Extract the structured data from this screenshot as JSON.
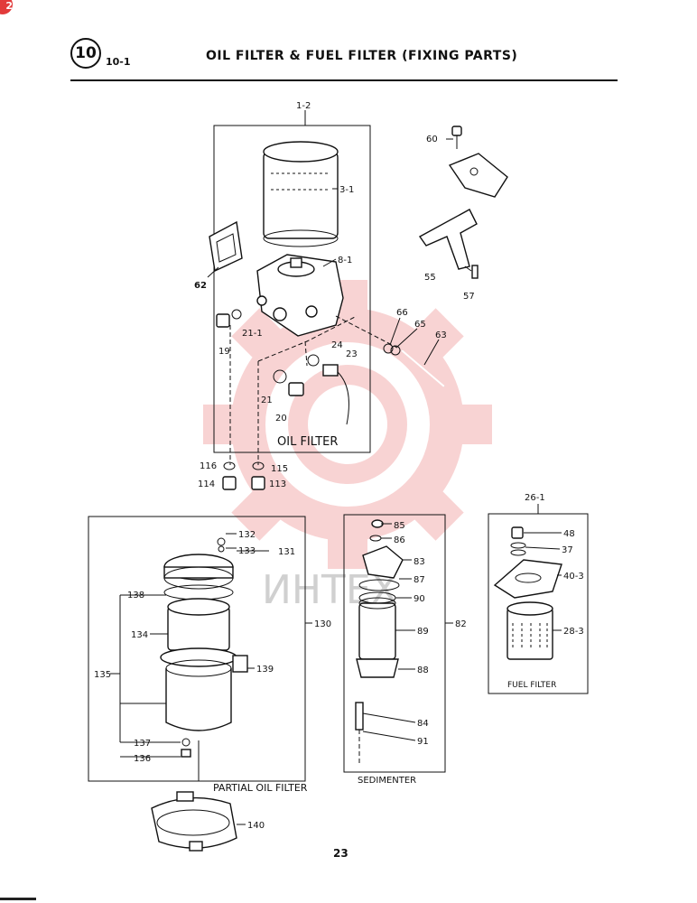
{
  "header": {
    "section_number": "10",
    "section_sub": "10-1",
    "title": "OIL FILTER & FUEL FILTER (FIXING PARTS)"
  },
  "page_number": "23",
  "corner_mark": "2",
  "watermark": {
    "text": "ИНТЕХ",
    "color": "#e23b3b"
  },
  "groups": {
    "oil_filter": "OIL FILTER",
    "partial_oil_filter": "PARTIAL OIL FILTER",
    "sedimenter": "SEDIMENTER",
    "fuel_filter": "FUEL FILTER"
  },
  "labels": {
    "l1_2": "1-2",
    "l3_1": "3-1",
    "l8_1": "8-1",
    "l62": "62",
    "l19": "19",
    "l21_1": "21-1",
    "l24": "24",
    "l23": "23",
    "l21": "21",
    "l20": "20",
    "l60": "60",
    "l55": "55",
    "l57": "57",
    "l66": "66",
    "l65": "65",
    "l63": "63",
    "l116": "116",
    "l115": "115",
    "l114": "114",
    "l113": "113",
    "l132": "132",
    "l133": "133",
    "l131": "131",
    "l138": "138",
    "l134": "134",
    "l130": "130",
    "l135": "135",
    "l139": "139",
    "l137": "137",
    "l136": "136",
    "l140": "140",
    "l85": "85",
    "l86": "86",
    "l83": "83",
    "l87": "87",
    "l90": "90",
    "l89": "89",
    "l82": "82",
    "l88": "88",
    "l84": "84",
    "l91": "91",
    "l26_1": "26-1",
    "l48": "48",
    "l37": "37",
    "l40_3": "40-3",
    "l28_3": "28-3"
  }
}
